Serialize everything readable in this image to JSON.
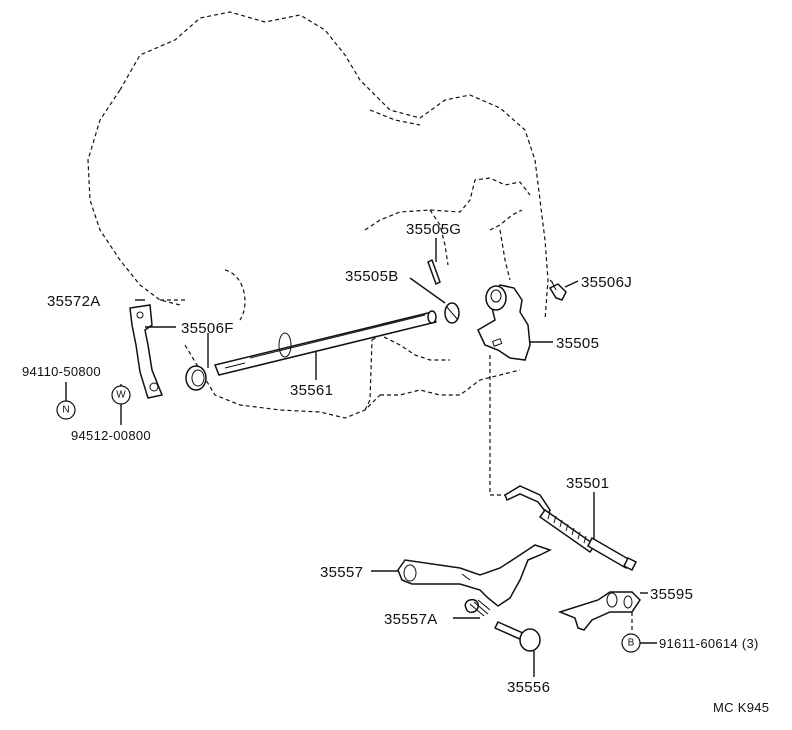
{
  "diagram": {
    "code": "MC K945",
    "parts": {
      "p35572A": "35572A",
      "p35506F": "35506F",
      "p94110": "94110-50800",
      "p94512": "94512-00800",
      "p35561": "35561",
      "p35505G": "35505G",
      "p35505B": "35505B",
      "p35506J": "35506J",
      "p35505": "35505",
      "p35501": "35501",
      "p35557": "35557",
      "p35595": "35595",
      "p35557A": "35557A",
      "p91611": "91611-60614 (3)",
      "p35556": "35556"
    },
    "badges": {
      "nut": "N",
      "washer": "W",
      "bolt": "B"
    }
  }
}
